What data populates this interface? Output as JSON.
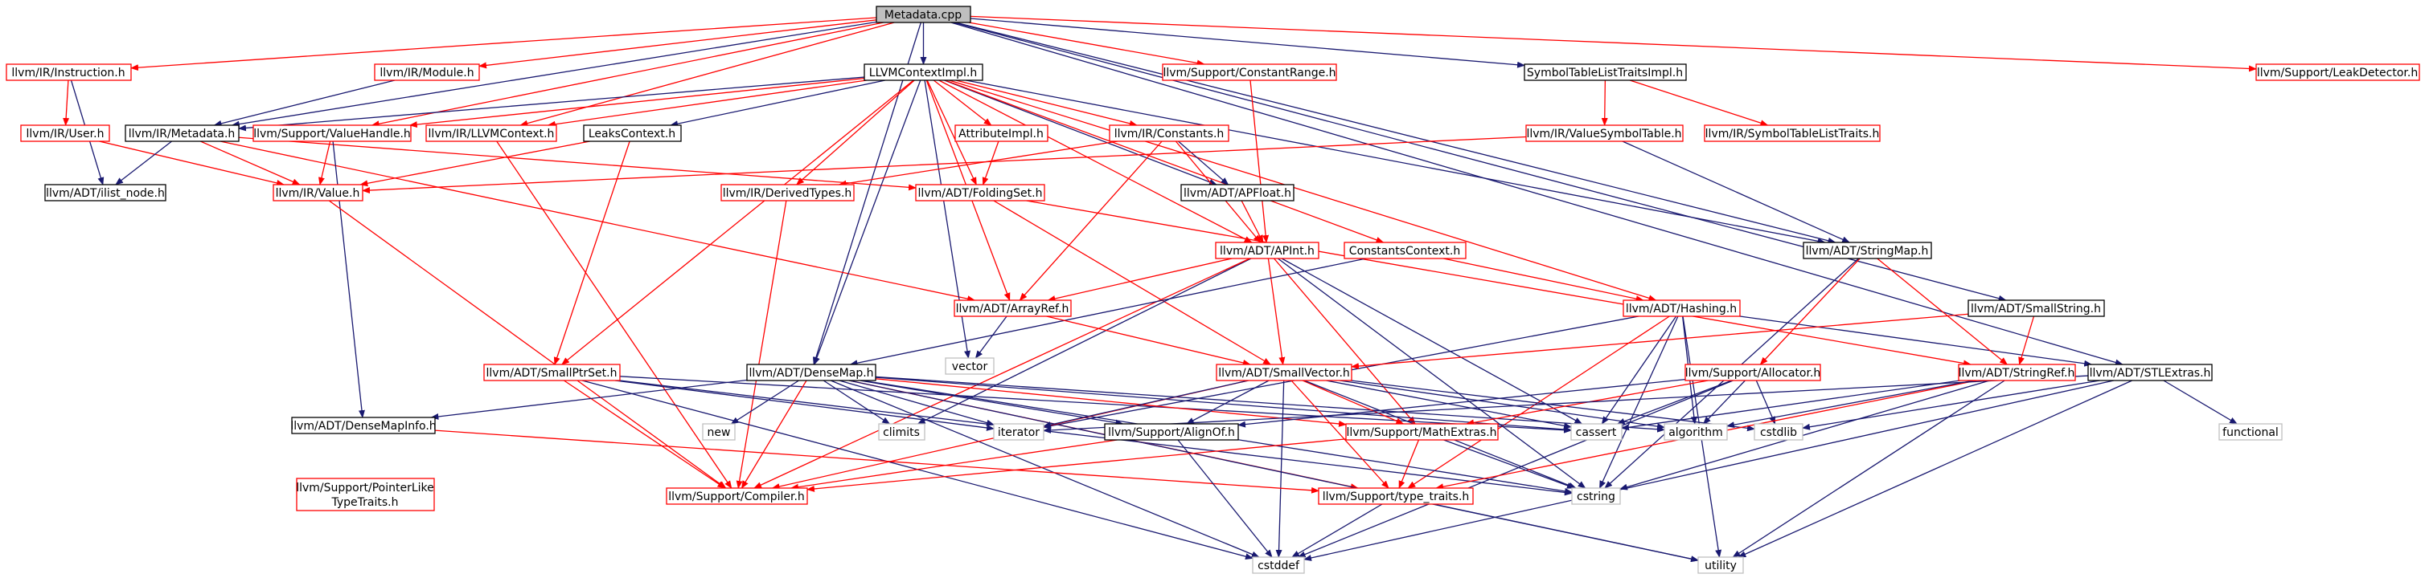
{
  "colors": {
    "black_border": "#000000",
    "red_border": "#ff0000",
    "gray_border": "#bfbfbf",
    "root_fill": "#bfbfbf",
    "fill": "#ffffff",
    "edge_dark": "#191970",
    "edge_red": "#ff0000"
  },
  "nodes": {
    "metadata_cpp": {
      "label": "Metadata.cpp",
      "style": "root"
    },
    "ir_instruction": {
      "label": "llvm/IR/Instruction.h",
      "style": "red"
    },
    "ir_module": {
      "label": "llvm/IR/Module.h",
      "style": "red"
    },
    "llvmcontextimpl": {
      "label": "LLVMContextImpl.h",
      "style": "black"
    },
    "constantrange": {
      "label": "llvm/Support/ConstantRange.h",
      "style": "red"
    },
    "symtablelisttraitsimpl": {
      "label": "SymbolTableListTraitsImpl.h",
      "style": "black"
    },
    "leakdetector": {
      "label": "llvm/Support/LeakDetector.h",
      "style": "red"
    },
    "ir_user": {
      "label": "llvm/IR/User.h",
      "style": "red"
    },
    "ir_metadata": {
      "label": "llvm/IR/Metadata.h",
      "style": "black"
    },
    "valuehandle": {
      "label": "llvm/Support/ValueHandle.h",
      "style": "red"
    },
    "ir_llvmcontext": {
      "label": "llvm/IR/LLVMContext.h",
      "style": "red"
    },
    "leakscontext": {
      "label": "LeaksContext.h",
      "style": "black"
    },
    "attributeimpl": {
      "label": "AttributeImpl.h",
      "style": "red"
    },
    "ir_constants": {
      "label": "llvm/IR/Constants.h",
      "style": "red"
    },
    "ir_valuesymboltable": {
      "label": "llvm/IR/ValueSymbolTable.h",
      "style": "red"
    },
    "ir_symtablelisttraits": {
      "label": "llvm/IR/SymbolTableListTraits.h",
      "style": "red"
    },
    "adt_ilist_node": {
      "label": "llvm/ADT/ilist_node.h",
      "style": "black"
    },
    "ir_value": {
      "label": "llvm/IR/Value.h",
      "style": "red"
    },
    "ir_derivedtypes": {
      "label": "llvm/IR/DerivedTypes.h",
      "style": "red"
    },
    "adt_foldingset": {
      "label": "llvm/ADT/FoldingSet.h",
      "style": "red"
    },
    "adt_apfloat": {
      "label": "llvm/ADT/APFloat.h",
      "style": "black"
    },
    "adt_stringmap": {
      "label": "llvm/ADT/StringMap.h",
      "style": "black"
    },
    "adt_apint": {
      "label": "llvm/ADT/APInt.h",
      "style": "red"
    },
    "constantscontext": {
      "label": "ConstantsContext.h",
      "style": "red"
    },
    "adt_arrayref": {
      "label": "llvm/ADT/ArrayRef.h",
      "style": "red"
    },
    "adt_hashing": {
      "label": "llvm/ADT/Hashing.h",
      "style": "red"
    },
    "adt_smallstring": {
      "label": "llvm/ADT/SmallString.h",
      "style": "black"
    },
    "vector": {
      "label": "vector",
      "style": "gray"
    },
    "adt_smallptrset": {
      "label": "llvm/ADT/SmallPtrSet.h",
      "style": "red"
    },
    "adt_densemap": {
      "label": "llvm/ADT/DenseMap.h",
      "style": "black"
    },
    "adt_smallvector": {
      "label": "llvm/ADT/SmallVector.h",
      "style": "red"
    },
    "support_allocator": {
      "label": "llvm/Support/Allocator.h",
      "style": "red"
    },
    "adt_stringref": {
      "label": "llvm/ADT/StringRef.h",
      "style": "red"
    },
    "adt_stlextras": {
      "label": "llvm/ADT/STLExtras.h",
      "style": "black"
    },
    "adt_densemapinfo": {
      "label": "llvm/ADT/DenseMapInfo.h",
      "style": "black"
    },
    "new": {
      "label": "new",
      "style": "gray"
    },
    "climits": {
      "label": "climits",
      "style": "gray"
    },
    "iterator": {
      "label": "iterator",
      "style": "gray"
    },
    "support_alignof": {
      "label": "llvm/Support/AlignOf.h",
      "style": "black"
    },
    "support_mathextras": {
      "label": "llvm/Support/MathExtras.h",
      "style": "red"
    },
    "cassert": {
      "label": "cassert",
      "style": "gray"
    },
    "algorithm": {
      "label": "algorithm",
      "style": "gray"
    },
    "cstdlib": {
      "label": "cstdlib",
      "style": "gray"
    },
    "functional": {
      "label": "functional",
      "style": "gray"
    },
    "pointerliketypetraits": {
      "label": [
        "llvm/Support/PointerLike",
        "TypeTraits.h"
      ],
      "style": "red"
    },
    "support_compiler": {
      "label": "llvm/Support/Compiler.h",
      "style": "red"
    },
    "cstring": {
      "label": "cstring",
      "style": "gray"
    },
    "support_type_traits": {
      "label": "llvm/Support/type_traits.h",
      "style": "red"
    },
    "cstddef": {
      "label": "cstddef",
      "style": "gray"
    },
    "utility": {
      "label": "utility",
      "style": "gray"
    }
  },
  "edges": [
    [
      "metadata_cpp",
      "ir_instruction"
    ],
    [
      "metadata_cpp",
      "ir_module"
    ],
    [
      "metadata_cpp",
      "llvmcontextimpl"
    ],
    [
      "metadata_cpp",
      "constantrange"
    ],
    [
      "metadata_cpp",
      "symtablelisttraitsimpl"
    ],
    [
      "metadata_cpp",
      "leakdetector"
    ],
    [
      "metadata_cpp",
      "ir_metadata"
    ],
    [
      "metadata_cpp",
      "valuehandle"
    ],
    [
      "metadata_cpp",
      "ir_llvmcontext"
    ],
    [
      "metadata_cpp",
      "adt_densemap"
    ],
    [
      "metadata_cpp",
      "adt_stringmap"
    ],
    [
      "metadata_cpp",
      "adt_smallstring"
    ],
    [
      "metadata_cpp",
      "adt_stlextras"
    ],
    [
      "ir_instruction",
      "ir_user"
    ],
    [
      "ir_instruction",
      "adt_ilist_node"
    ],
    [
      "ir_module",
      "ir_metadata"
    ],
    [
      "ir_user",
      "ir_value"
    ],
    [
      "ir_metadata",
      "ir_value"
    ],
    [
      "ir_metadata",
      "adt_ilist_node"
    ],
    [
      "ir_metadata",
      "adt_foldingset"
    ],
    [
      "ir_metadata",
      "adt_arrayref"
    ],
    [
      "llvmcontextimpl",
      "ir_metadata"
    ],
    [
      "llvmcontextimpl",
      "valuehandle"
    ],
    [
      "llvmcontextimpl",
      "ir_llvmcontext"
    ],
    [
      "llvmcontextimpl",
      "leakscontext"
    ],
    [
      "llvmcontextimpl",
      "attributeimpl"
    ],
    [
      "llvmcontextimpl",
      "ir_constants"
    ],
    [
      "llvmcontextimpl",
      "ir_derivedtypes"
    ],
    [
      "llvmcontextimpl",
      "adt_foldingset"
    ],
    [
      "llvmcontextimpl",
      "adt_apfloat"
    ],
    [
      "llvmcontextimpl",
      "adt_apint"
    ],
    [
      "llvmcontextimpl",
      "constantscontext"
    ],
    [
      "llvmcontextimpl",
      "adt_arrayref"
    ],
    [
      "llvmcontextimpl",
      "adt_hashing"
    ],
    [
      "llvmcontextimpl",
      "adt_stringmap"
    ],
    [
      "llvmcontextimpl",
      "adt_densemap"
    ],
    [
      "llvmcontextimpl",
      "adt_smallptrset"
    ],
    [
      "llvmcontextimpl",
      "vector"
    ],
    [
      "valuehandle",
      "ir_value"
    ],
    [
      "valuehandle",
      "adt_densemapinfo"
    ],
    [
      "ir_llvmcontext",
      "support_compiler"
    ],
    [
      "leakscontext",
      "ir_value"
    ],
    [
      "leakscontext",
      "adt_smallptrset"
    ],
    [
      "attributeimpl",
      "adt_foldingset"
    ],
    [
      "ir_constants",
      "ir_derivedtypes"
    ],
    [
      "ir_constants",
      "adt_apfloat"
    ],
    [
      "ir_constants",
      "adt_apint"
    ],
    [
      "ir_constants",
      "adt_arrayref"
    ],
    [
      "constantrange",
      "adt_apint"
    ],
    [
      "symtablelisttraitsimpl",
      "ir_valuesymboltable"
    ],
    [
      "symtablelisttraitsimpl",
      "ir_symtablelisttraits"
    ],
    [
      "ir_valuesymboltable",
      "ir_value"
    ],
    [
      "ir_valuesymboltable",
      "adt_stringmap"
    ],
    [
      "ir_value",
      "support_compiler"
    ],
    [
      "ir_derivedtypes",
      "support_compiler"
    ],
    [
      "adt_foldingset",
      "adt_smallvector"
    ],
    [
      "adt_foldingset",
      "adt_stringref"
    ],
    [
      "adt_apfloat",
      "adt_apint"
    ],
    [
      "adt_apint",
      "adt_arrayref"
    ],
    [
      "adt_apint",
      "adt_smallvector"
    ],
    [
      "adt_apint",
      "support_mathextras"
    ],
    [
      "adt_apint",
      "climits"
    ],
    [
      "adt_apint",
      "cassert"
    ],
    [
      "adt_apint",
      "cstring"
    ],
    [
      "adt_apint",
      "support_compiler"
    ],
    [
      "constantscontext",
      "adt_densemap"
    ],
    [
      "constantscontext",
      "adt_hashing"
    ],
    [
      "adt_arrayref",
      "adt_smallvector"
    ],
    [
      "adt_arrayref",
      "vector"
    ],
    [
      "adt_hashing",
      "adt_stlextras"
    ],
    [
      "adt_hashing",
      "support_type_traits"
    ],
    [
      "adt_hashing",
      "algorithm"
    ],
    [
      "adt_hashing",
      "cassert"
    ],
    [
      "adt_hashing",
      "cstring"
    ],
    [
      "adt_hashing",
      "iterator"
    ],
    [
      "adt_hashing",
      "utility"
    ],
    [
      "adt_stringmap",
      "adt_stringref"
    ],
    [
      "adt_stringmap",
      "support_allocator"
    ],
    [
      "adt_stringmap",
      "cstring"
    ],
    [
      "adt_smallstring",
      "adt_smallvector"
    ],
    [
      "adt_smallstring",
      "adt_stringref"
    ],
    [
      "adt_smallptrset",
      "support_pointerliketypetraits"
    ],
    [
      "adt_smallptrset",
      "support_compiler"
    ],
    [
      "adt_smallptrset",
      "cassert"
    ],
    [
      "adt_smallptrset",
      "cstddef"
    ],
    [
      "adt_smallptrset",
      "cstring"
    ],
    [
      "adt_smallptrset",
      "iterator"
    ],
    [
      "adt_densemap",
      "adt_densemapinfo"
    ],
    [
      "adt_densemap",
      "support_alignof"
    ],
    [
      "adt_densemap",
      "support_compiler"
    ],
    [
      "adt_densemap",
      "support_mathextras"
    ],
    [
      "adt_densemap",
      "support_pointerliketypetraits"
    ],
    [
      "adt_densemap",
      "support_type_traits"
    ],
    [
      "adt_densemap",
      "algorithm"
    ],
    [
      "adt_densemap",
      "cassert"
    ],
    [
      "adt_densemap",
      "climits"
    ],
    [
      "adt_densemap",
      "cstddef"
    ],
    [
      "adt_densemap",
      "cstring"
    ],
    [
      "adt_densemap",
      "iterator"
    ],
    [
      "adt_densemap",
      "new"
    ],
    [
      "adt_densemap",
      "utility"
    ],
    [
      "adt_smallvector",
      "support_alignof"
    ],
    [
      "adt_smallvector",
      "support_compiler"
    ],
    [
      "adt_smallvector",
      "support_mathextras"
    ],
    [
      "adt_smallvector",
      "support_type_traits"
    ],
    [
      "adt_smallvector",
      "algorithm"
    ],
    [
      "adt_smallvector",
      "cassert"
    ],
    [
      "adt_smallvector",
      "cstddef"
    ],
    [
      "adt_smallvector",
      "cstdlib"
    ],
    [
      "adt_smallvector",
      "cstring"
    ],
    [
      "adt_smallvector",
      "iterator"
    ],
    [
      "adt_smallvector",
      "memory"
    ],
    [
      "support_allocator",
      "support_alignof"
    ],
    [
      "support_allocator",
      "support_mathextras"
    ],
    [
      "support_allocator",
      "algorithm"
    ],
    [
      "support_allocator",
      "cassert"
    ],
    [
      "support_allocator",
      "cstddef"
    ],
    [
      "support_allocator",
      "cstdlib"
    ],
    [
      "adt_stringref",
      "support_type_traits"
    ],
    [
      "adt_stringref",
      "algorithm"
    ],
    [
      "adt_stringref",
      "cassert"
    ],
    [
      "adt_stringref",
      "cstring"
    ],
    [
      "adt_stringref",
      "utility"
    ],
    [
      "adt_stlextras",
      "cstddef"
    ],
    [
      "adt_stlextras",
      "cstdlib"
    ],
    [
      "adt_stlextras",
      "functional"
    ],
    [
      "adt_stlextras",
      "iterator"
    ],
    [
      "adt_stlextras",
      "utility"
    ],
    [
      "adt_densemapinfo",
      "support_pointerliketypetraits"
    ],
    [
      "adt_densemapinfo",
      "support_type_traits"
    ],
    [
      "support_alignof",
      "support_compiler"
    ],
    [
      "support_alignof",
      "cstddef"
    ],
    [
      "support_mathextras",
      "support_compiler"
    ],
    [
      "support_mathextras",
      "support_type_traits"
    ],
    [
      "support_mathextras",
      "cstring"
    ],
    [
      "support_type_traits",
      "cstddef"
    ],
    [
      "support_type_traits",
      "utility"
    ]
  ]
}
